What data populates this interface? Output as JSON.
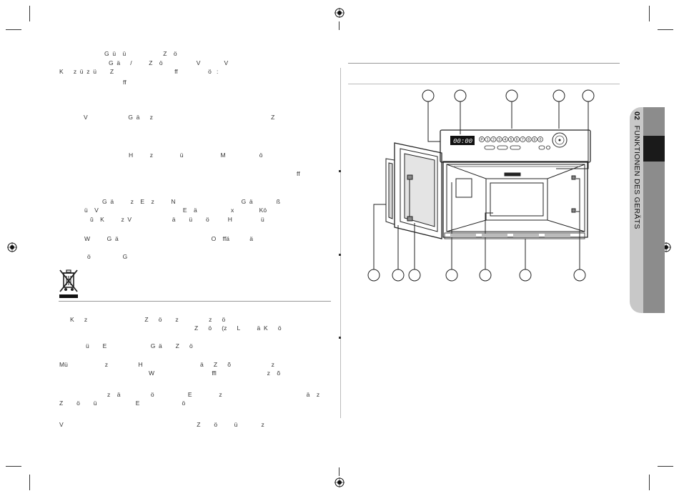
{
  "section_tab": {
    "number": "02",
    "title": "FUNKTIONEN DES GERÄTS"
  },
  "display": {
    "time": "00:00"
  },
  "keypad": {
    "buttons": [
      "P",
      "1",
      "2",
      "3",
      "4",
      "5",
      "6",
      "7",
      "8",
      "9",
      "0"
    ]
  },
  "text_fragments": [
    "G  ü    ü                      Z    ö",
    "G  ä      /          Z    ö                    V              V",
    "K      z  ü  z  ü        Z                                    ff                  ö   :",
    "ff",
    "V                        G  ä      z                                                                      Z",
    "H          z                ü                      M                    ö",
    "ff",
    "G  ä          z    E    z          N                                       G  ä              ß",
    "ü    V                                                  E    ä                    x               Kö",
    "û    K          z  V                        ä        ü        ö           H                 ü",
    "W          G  ä                                                       O    ffä            ä",
    "ö                   G",
    "K      z                                  Z      ö        z                  z      ö",
    "Z      ö      (z      L          ä  K      ö",
    "ü        E                          G  ä        Z      ö",
    "Mü                      z                  H                                  ä      Z      õ                        z",
    "W                                  ffl                              z    õ",
    "z    ä                  ö                    E                z                                                  ä    z",
    "Z        ö        ü                       E                         ö",
    "V                                                                               Z        ö          ü              z"
  ]
}
